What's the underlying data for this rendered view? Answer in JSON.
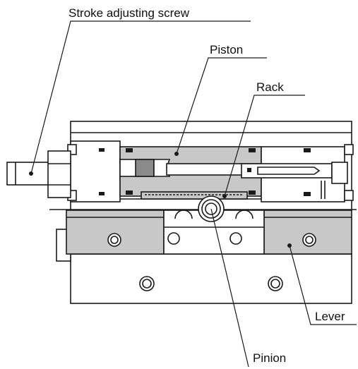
{
  "labels": {
    "stroke_adjusting_screw": "Stroke adjusting screw",
    "piston": "Piston",
    "rack": "Rack",
    "lever": "Lever",
    "pinion": "Pinion"
  },
  "colors": {
    "line": "#1a1a1a",
    "body_fill": "#ffffff",
    "shaded_fill": "#c8c8c8",
    "dark_fill": "#8a8a8a"
  }
}
